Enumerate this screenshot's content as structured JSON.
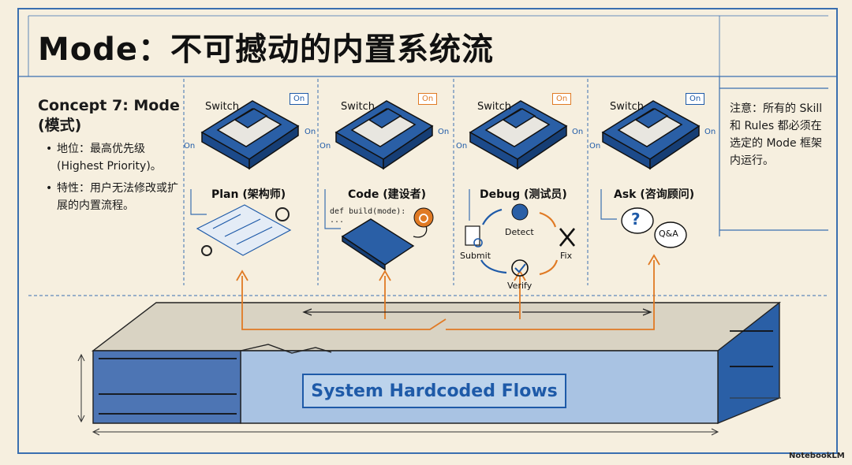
{
  "title": "Mode：不可撼动的内置系统流",
  "concept": {
    "heading_line1": "Concept 7: Mode",
    "heading_line2": "(模式)",
    "bullets": [
      "地位：最高优先级 (Highest Priority)。",
      "特性：用户无法修改或扩展的内置流程。"
    ]
  },
  "note": "注意：所有的 Skill 和 Rules 都必须在选定的 Mode 框架内运行。",
  "switch_label": "Switch",
  "on_label": "On",
  "modes": [
    {
      "name": "Plan (架构师)"
    },
    {
      "name": "Code (建设者)",
      "code": "def build(mode):\n..."
    },
    {
      "name": "Debug (测试员)",
      "cycle": [
        "Detect",
        "Fix",
        "Verify",
        "Submit"
      ]
    },
    {
      "name": "Ask (咨询顾问)",
      "bubble": "Q&A"
    }
  ],
  "base_label": "System Hardcoded Flows",
  "brand": "NotebookLM",
  "colors": {
    "accent": "#1e5aa8",
    "orange": "#e07a24",
    "paper": "#f6efdf"
  }
}
